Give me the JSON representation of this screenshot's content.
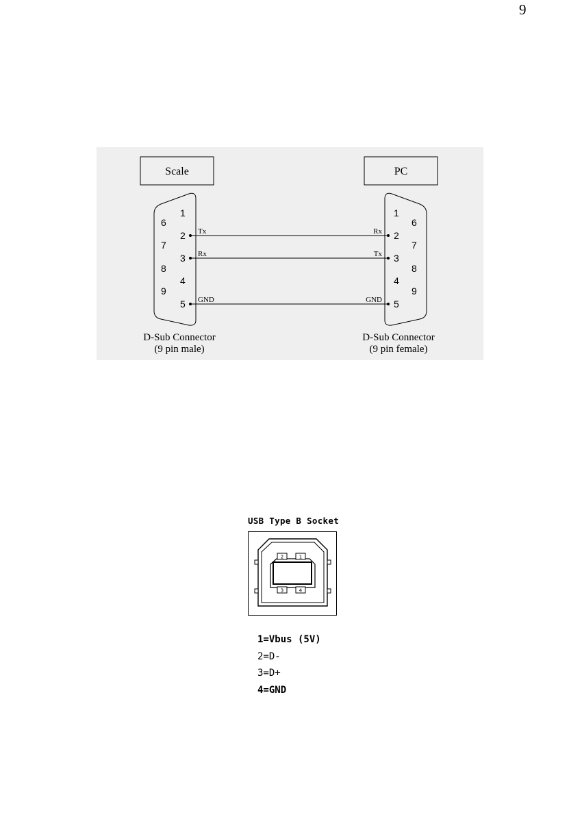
{
  "page_number": "9",
  "rs232": {
    "left_box_label": "Scale",
    "right_box_label": "PC",
    "left_pins": [
      {
        "num": "1"
      },
      {
        "num": "2"
      },
      {
        "num": "3"
      },
      {
        "num": "4"
      },
      {
        "num": "5"
      },
      {
        "num": "6"
      },
      {
        "num": "7"
      },
      {
        "num": "8"
      },
      {
        "num": "9"
      }
    ],
    "right_pins": [
      {
        "num": "1"
      },
      {
        "num": "2"
      },
      {
        "num": "3"
      },
      {
        "num": "4"
      },
      {
        "num": "5"
      },
      {
        "num": "6"
      },
      {
        "num": "7"
      },
      {
        "num": "8"
      },
      {
        "num": "9"
      }
    ],
    "connections": [
      {
        "from_pin": "2",
        "to_pin": "2",
        "left_signal": "Tx",
        "right_signal": "Rx"
      },
      {
        "from_pin": "3",
        "to_pin": "3",
        "left_signal": "Rx",
        "right_signal": "Tx"
      },
      {
        "from_pin": "5",
        "to_pin": "5",
        "left_signal": "GND",
        "right_signal": "GND"
      }
    ],
    "left_caption_line1": "D-Sub Connector",
    "left_caption_line2": "(9 pin male)",
    "right_caption_line1": "D-Sub Connector",
    "right_caption_line2": "(9 pin female)"
  },
  "usb": {
    "title": "USB Type B Socket",
    "pin_numbers": [
      "2",
      "1",
      "3",
      "4"
    ],
    "legend": [
      {
        "text": "1=Vbus (5V)"
      },
      {
        "text": "2=D-"
      },
      {
        "text": "3=D+"
      },
      {
        "text": "4=GND"
      }
    ]
  }
}
